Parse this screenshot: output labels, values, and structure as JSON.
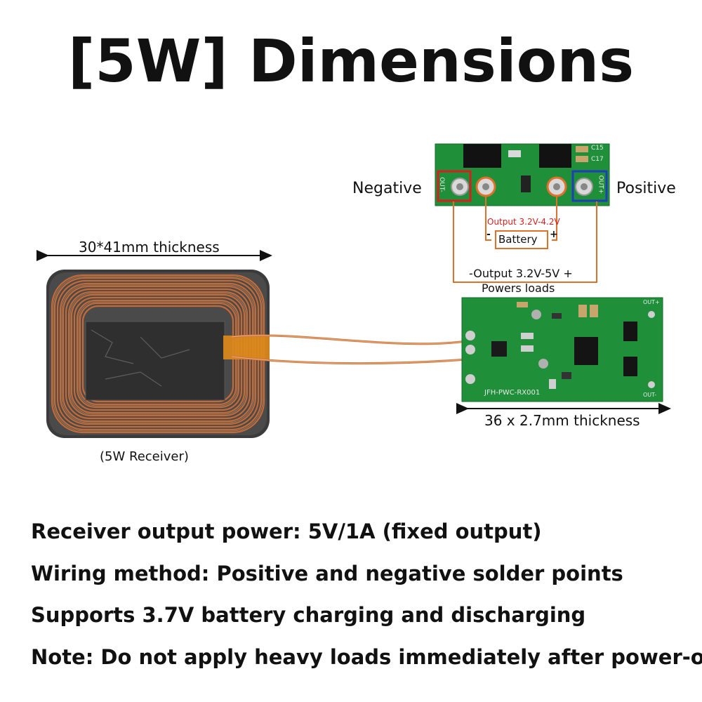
{
  "title": "[5W] Dimensions",
  "labels": {
    "negative": "Negative",
    "positive": "Positive",
    "coil_size": "30*41mm thickness",
    "board_size": "36 x 2.7mm thickness",
    "receiver_caption": "(5W Receiver)",
    "battery_output": "Output 3.2V-4.2V",
    "battery": "Battery",
    "battery_minus": "-",
    "battery_plus": "+",
    "load_output": "-Output 3.2V-5V +",
    "powers_loads": "Powers loads",
    "pad_text_left": "OUT-",
    "pad_text_right": "OUT+",
    "pcb_model": "JFH-PWC-RX001",
    "pcb_out_plus": "OUT+",
    "pcb_out_minus": "OUT-",
    "pcb_c15": "C15",
    "pcb_c17": "C17"
  },
  "features": [
    "Receiver output power: 5V/1A (fixed output)",
    "Wiring method: Positive and negative solder points",
    "Supports 3.7V battery charging and discharging",
    "Note: Do not apply heavy loads immediately after power-on!"
  ],
  "colors": {
    "copper": "#c9733f",
    "pcb_green": "#1f8f3a",
    "negative_box": "#d62020",
    "positive_box": "#1e3fb8",
    "wire_orange": "#e0702a",
    "battery_red": "#d62020"
  }
}
